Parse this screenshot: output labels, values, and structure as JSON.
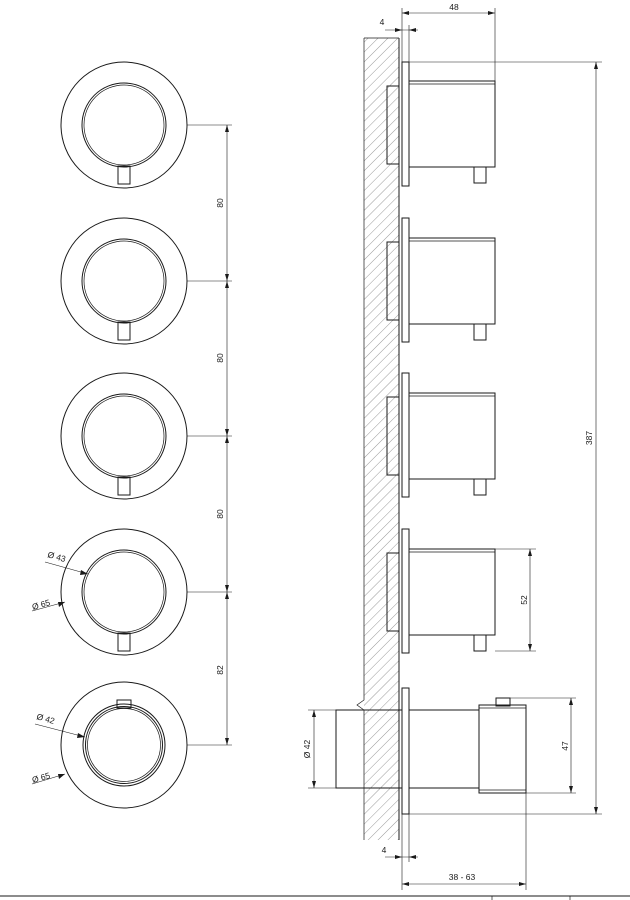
{
  "front_view": {
    "spacing_1": "80",
    "spacing_2": "80",
    "spacing_3": "80",
    "spacing_4": "82",
    "diam_inner_4": "Ø 43",
    "diam_outer_4": "Ø 65",
    "diam_inner_5": "Ø 42",
    "diam_outer_5": "Ø 65"
  },
  "side_view": {
    "wall_top": "4",
    "depth_top": "48",
    "total_height": "387",
    "knob_height": "52",
    "body_diameter": "Ø 42",
    "thermo_height": "47",
    "wall_bottom": "4",
    "depth_range": "38 - 63"
  }
}
